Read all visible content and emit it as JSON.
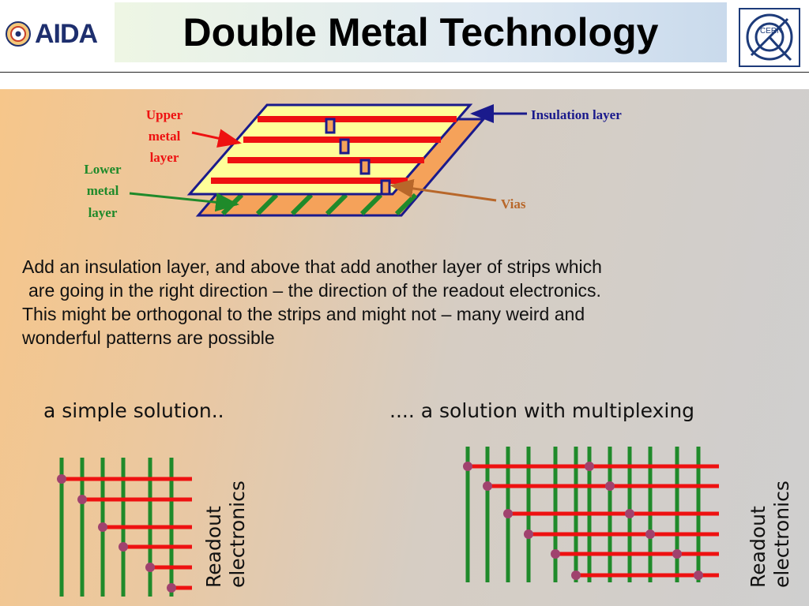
{
  "header": {
    "title": "Double Metal Technology",
    "aida_logo_text": "AIDA",
    "cern_logo_text": "CERN"
  },
  "diagram": {
    "upper_metal_label": [
      "Upper",
      "metal",
      "layer"
    ],
    "lower_metal_label": [
      "Lower",
      "metal",
      "layer"
    ],
    "insulation_label": "Insulation layer",
    "vias_label": "Vias",
    "colors": {
      "upper_strip": "#ee1111",
      "lower_strip": "#1f8a2a",
      "insulation": "#ffff99",
      "substrate": "#f5a25a",
      "outline": "#1a1a8c",
      "via": "#1a1a8c"
    }
  },
  "description": {
    "lines": [
      "Add an insulation layer, and above that add another layer of strips which",
      "are going in the right direction – the direction of the readout electronics.",
      "This might be orthogonal to the strips and might not – many weird and",
      "wonderful patterns are possible"
    ]
  },
  "simple": {
    "caption": "a simple solution..",
    "readout_label": [
      "Readout",
      "electronics"
    ]
  },
  "multiplexing": {
    "caption": ".... a solution with multiplexing",
    "readout_label": [
      "Readout",
      "electronics"
    ]
  }
}
